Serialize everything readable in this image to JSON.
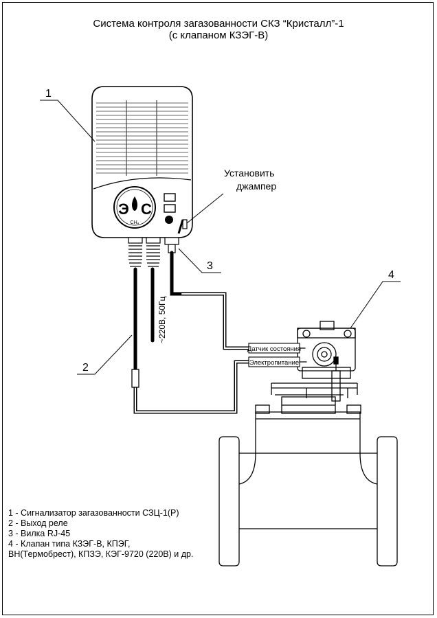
{
  "title": {
    "line1": "Система контроля загазованности СКЗ “Кристалл”-1",
    "line2": "(с клапаном КЗЭГ-В)"
  },
  "callouts": {
    "c1": "1",
    "c2": "2",
    "c3": "3",
    "c4": "4"
  },
  "jumper_note": {
    "line1": "Установить",
    "line2": "джампер"
  },
  "detector": {
    "logo_left": "Э",
    "logo_right": "С",
    "gas_label": "CH₄"
  },
  "power_cable_label": "~220В, 50Гц",
  "valve_labels": {
    "state_sensor": "Датчик состояния",
    "power_supply": "Электропитание"
  },
  "legend": [
    "1 - Сигнализатор загазованности СЗЦ-1(Р)",
    "2 - Выход реле",
    "3 - Вилка RJ-45",
    "4 - Клапан типа КЗЭГ-В, КПЭГ,",
    "ВН(Термобрест), КПЗЭ, КЭГ-9720 (220В) и др."
  ]
}
